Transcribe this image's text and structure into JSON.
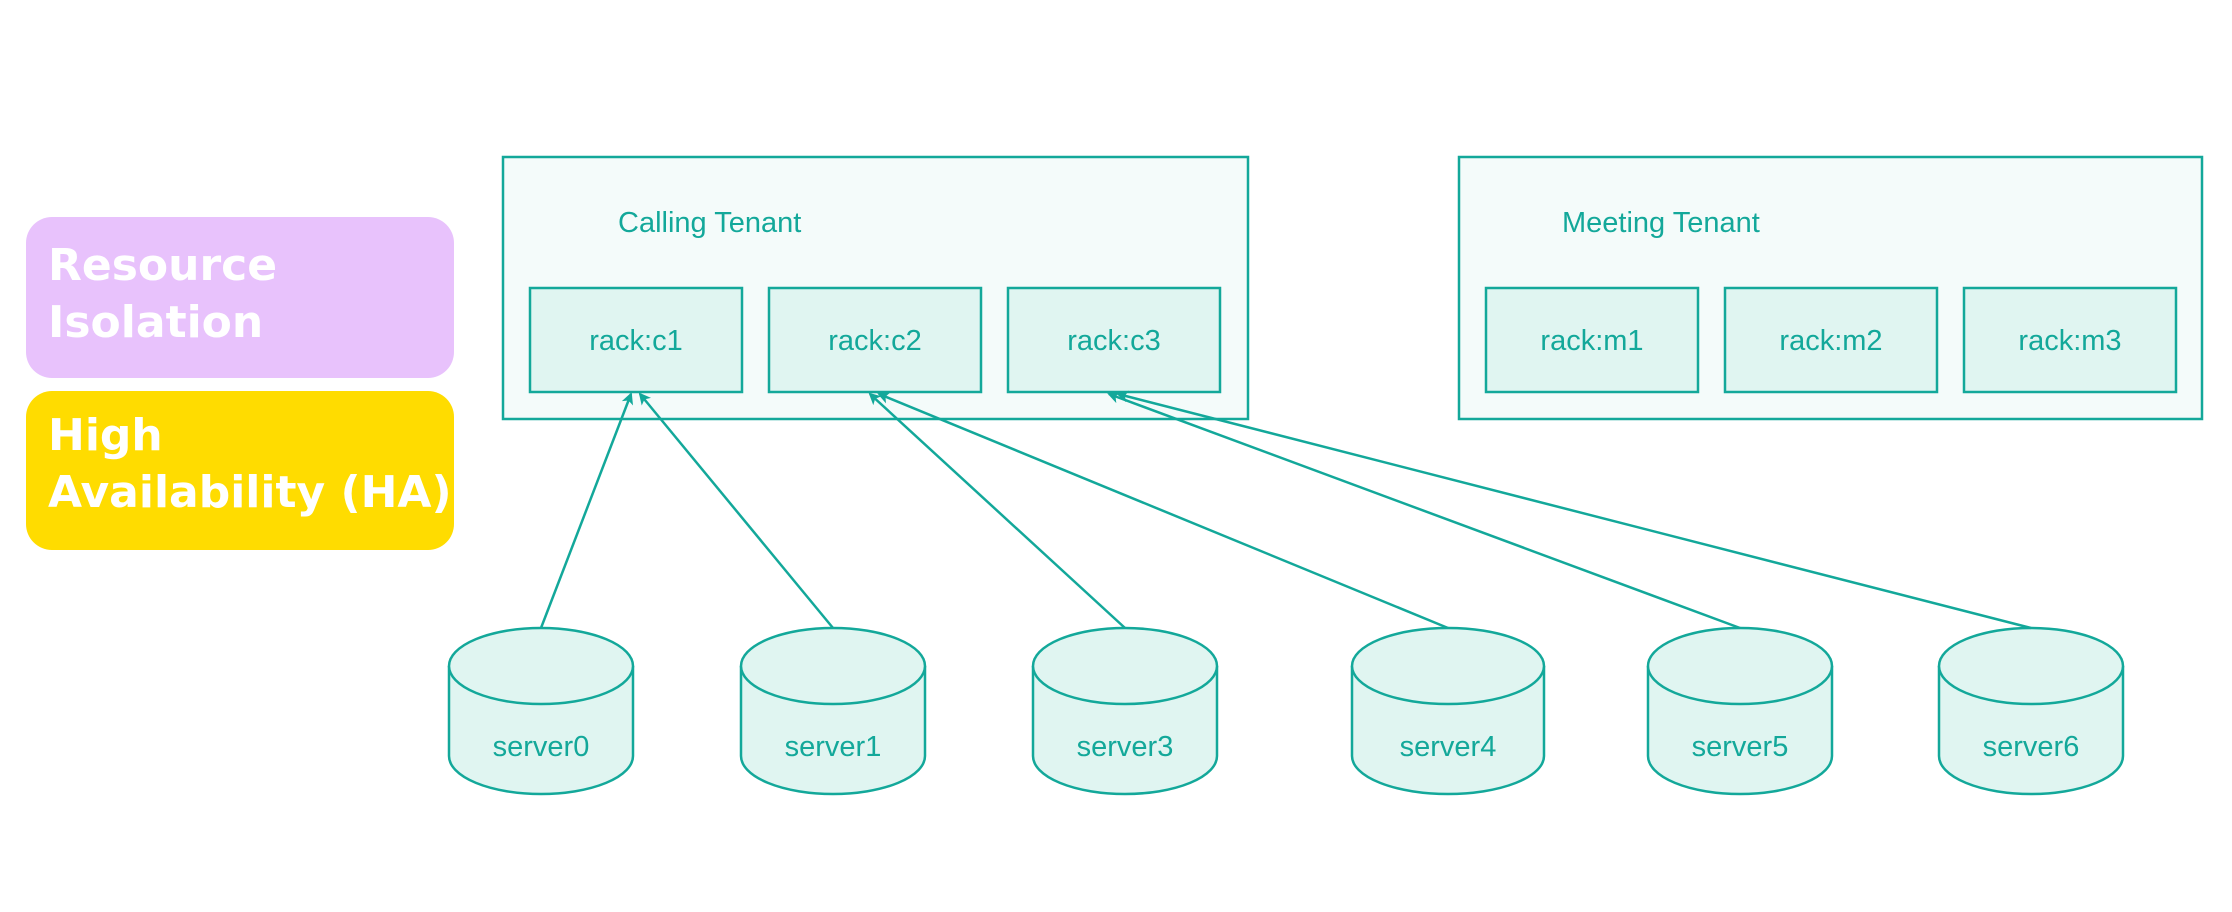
{
  "badges": [
    {
      "id": "resource",
      "label": "Resource Isolation",
      "color": "#e8c2fc"
    },
    {
      "id": "ha",
      "label": "High Availability (HA)",
      "color": "#ffdc00"
    }
  ],
  "tenants": [
    {
      "id": "calling",
      "title": "Calling Tenant",
      "racks": [
        "rack:c1",
        "rack:c2",
        "rack:c3"
      ]
    },
    {
      "id": "meeting",
      "title": "Meeting Tenant",
      "racks": [
        "rack:m1",
        "rack:m2",
        "rack:m3"
      ]
    }
  ],
  "servers": [
    "server0",
    "server1",
    "server3",
    "server4",
    "server5",
    "server6"
  ],
  "connections": [
    {
      "from": "server0",
      "to": "rack:c1"
    },
    {
      "from": "server1",
      "to": "rack:c1"
    },
    {
      "from": "server3",
      "to": "rack:c2"
    },
    {
      "from": "server4",
      "to": "rack:c2"
    },
    {
      "from": "server5",
      "to": "rack:c3"
    },
    {
      "from": "server6",
      "to": "rack:c3"
    }
  ],
  "colors": {
    "stroke": "#13a89a",
    "tenant_fill": "#f4fbfa",
    "node_fill": "#e0f5f1"
  }
}
